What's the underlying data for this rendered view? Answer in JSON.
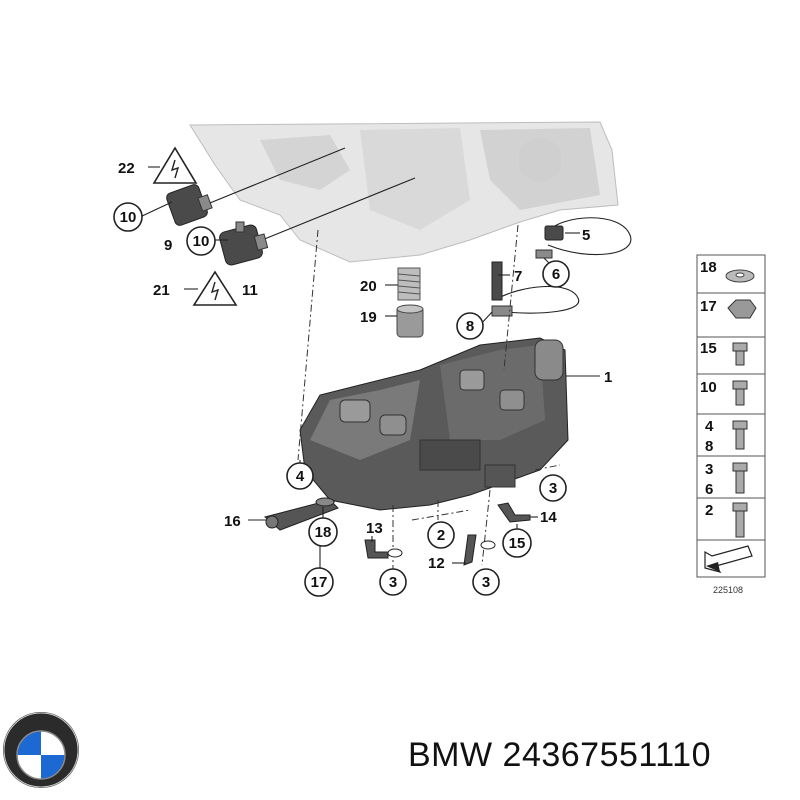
{
  "callouts": [
    {
      "id": "c1",
      "text": "1"
    },
    {
      "id": "c2",
      "text": "2"
    },
    {
      "id": "c3a",
      "text": "3"
    },
    {
      "id": "c3b",
      "text": "3"
    },
    {
      "id": "c3c",
      "text": "3"
    },
    {
      "id": "c4",
      "text": "4"
    },
    {
      "id": "c5",
      "text": "5"
    },
    {
      "id": "c6",
      "text": "6"
    },
    {
      "id": "c7",
      "text": "7"
    },
    {
      "id": "c8",
      "text": "8"
    },
    {
      "id": "c9",
      "text": "9"
    },
    {
      "id": "c10a",
      "text": "10"
    },
    {
      "id": "c10b",
      "text": "10"
    },
    {
      "id": "c11",
      "text": "11"
    },
    {
      "id": "c12",
      "text": "12"
    },
    {
      "id": "c13",
      "text": "13"
    },
    {
      "id": "c14",
      "text": "14"
    },
    {
      "id": "c15",
      "text": "15"
    },
    {
      "id": "c16",
      "text": "16"
    },
    {
      "id": "c17",
      "text": "17"
    },
    {
      "id": "c18",
      "text": "18"
    },
    {
      "id": "c19",
      "text": "19"
    },
    {
      "id": "c20",
      "text": "20"
    },
    {
      "id": "c21",
      "text": "21"
    },
    {
      "id": "c22",
      "text": "22"
    }
  ],
  "legend": {
    "rows": [
      {
        "text": "18"
      },
      {
        "text": "17"
      },
      {
        "text": "15"
      },
      {
        "text": "10"
      },
      {
        "text": "4",
        "text2": "8"
      },
      {
        "text": "3",
        "text2": "6"
      },
      {
        "text": "2"
      }
    ],
    "ref_number": "225108"
  },
  "footer": {
    "brand_text": "BMW 24367551110",
    "logo": "bmw-roundel-logo"
  },
  "colors": {
    "line": "#222222",
    "housing": "#e6e6e6",
    "part": "#4a4a4a",
    "logo_blue": "#1c69d4"
  }
}
